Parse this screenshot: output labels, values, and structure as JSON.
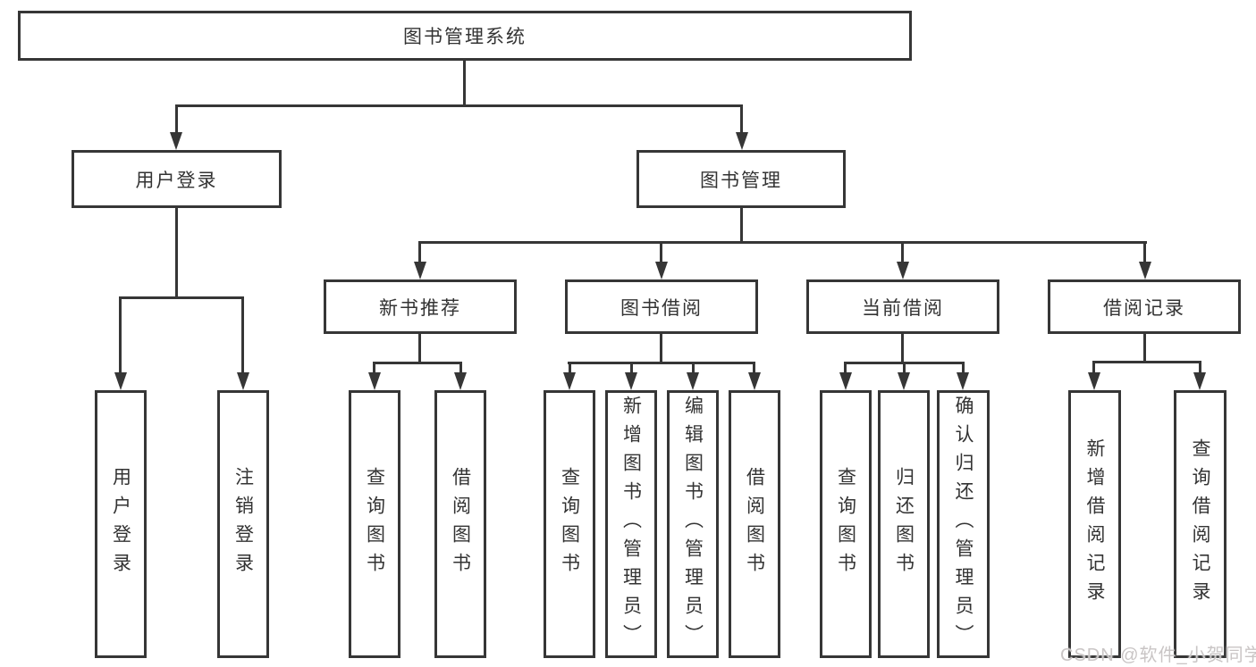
{
  "diagram": {
    "root": {
      "label": "图书管理系统"
    },
    "branches": [
      {
        "label": "用户登录",
        "children": [
          {
            "label": "用户登录"
          },
          {
            "label": "注销登录"
          }
        ]
      },
      {
        "label": "图书管理",
        "sections": [
          {
            "label": "新书推荐",
            "children": [
              {
                "label": "查询图书"
              },
              {
                "label": "借阅图书"
              }
            ]
          },
          {
            "label": "图书借阅",
            "children": [
              {
                "label": "查询图书"
              },
              {
                "label": "新增图书（管理员）"
              },
              {
                "label": "编辑图书（管理员）"
              },
              {
                "label": "借阅图书"
              }
            ]
          },
          {
            "label": "当前借阅",
            "children": [
              {
                "label": "查询图书"
              },
              {
                "label": "归还图书"
              },
              {
                "label": "确认归还（管理员）"
              }
            ]
          },
          {
            "label": "借阅记录",
            "children": [
              {
                "label": "新增借阅记录"
              },
              {
                "label": "查询借阅记录"
              }
            ]
          }
        ]
      }
    ]
  },
  "watermark": {
    "text": "CSDN @软件_小贺同学"
  },
  "colors": {
    "line": "#363636",
    "text": "#333333",
    "watermark": "#c9c5c5",
    "background": "#ffffff"
  }
}
